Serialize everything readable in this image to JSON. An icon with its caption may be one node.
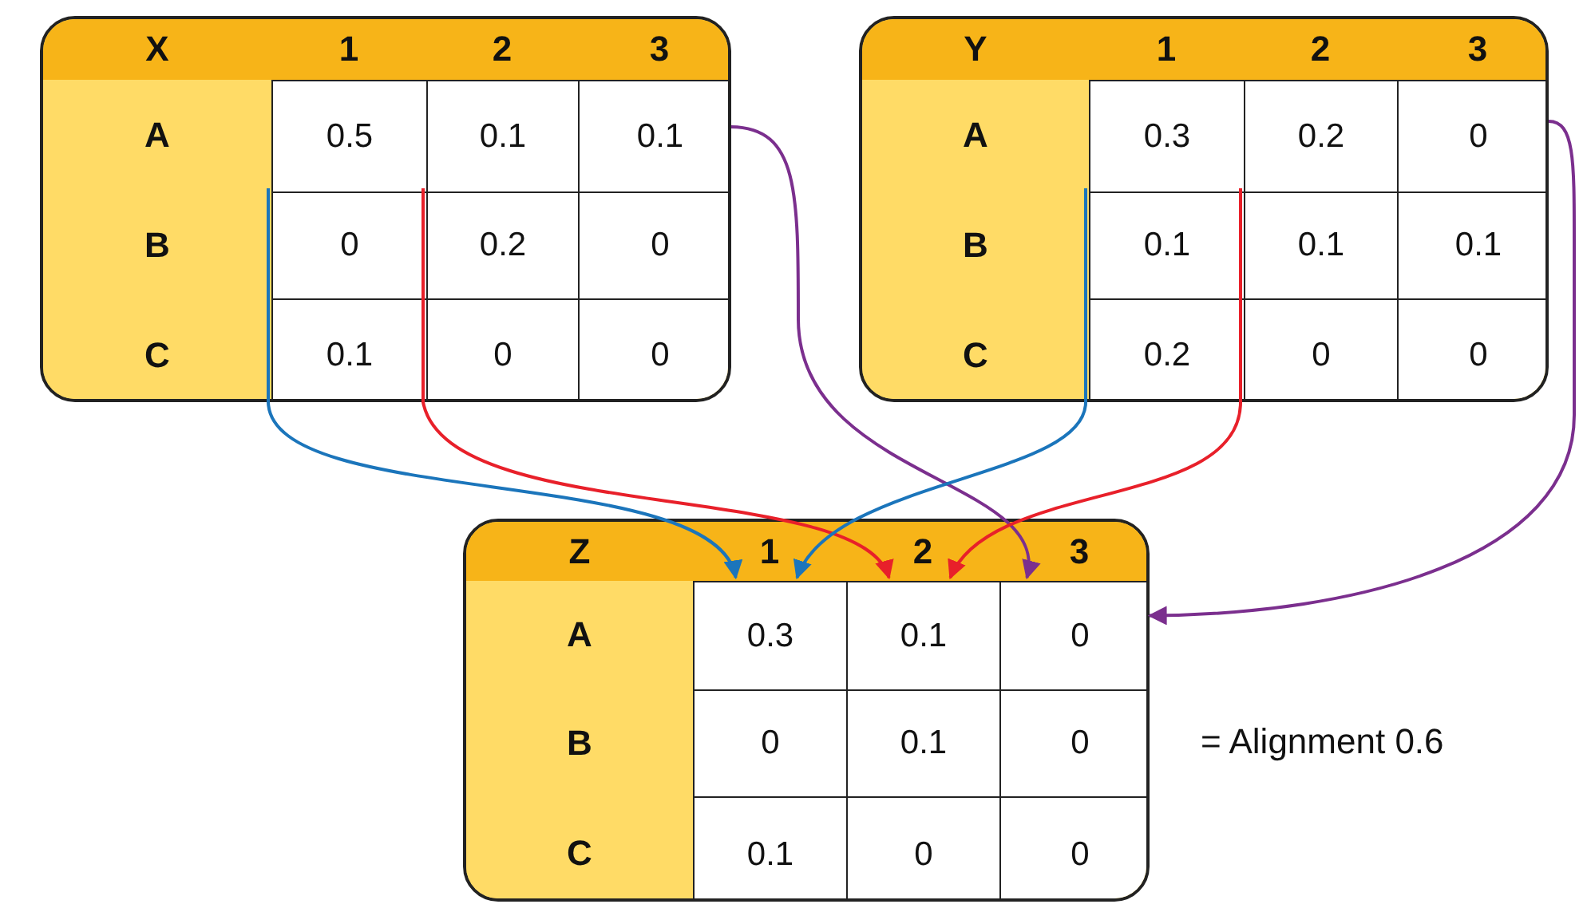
{
  "diagram": {
    "nodes": [
      {
        "text": [
          "X",
          "1",
          "2",
          "3",
          "A",
          "B",
          "C"
        ]
      },
      {
        "text": [
          "0.5"
        ],
        "in": 0
      },
      {
        "text": [
          "0.1"
        ],
        "in": 0
      },
      {
        "text": [
          "0.1"
        ],
        "in": 0
      },
      {
        "text": [
          "0"
        ],
        "in": 0
      },
      {
        "text": [
          "0.2"
        ],
        "in": 0
      },
      {
        "text": [
          "0"
        ],
        "in": 0
      },
      {
        "text": [
          "0.1"
        ],
        "in": 0
      },
      {
        "text": [
          "0"
        ],
        "in": 0
      },
      {
        "text": [
          "0"
        ],
        "in": 0
      },
      {
        "text": [
          "Y",
          "1",
          "2",
          "3",
          "A",
          "B",
          "C"
        ]
      },
      {
        "text": [
          "0.3"
        ],
        "in": 10
      },
      {
        "text": [
          "0.2"
        ],
        "in": 10
      },
      {
        "text": [
          "0"
        ],
        "in": 10
      },
      {
        "text": [
          "0.1"
        ],
        "in": 10
      },
      {
        "text": [
          "0.1"
        ],
        "in": 10
      },
      {
        "text": [
          "0.1"
        ],
        "in": 10
      },
      {
        "text": [
          "0.2"
        ],
        "in": 10
      },
      {
        "text": [
          "0"
        ],
        "in": 10
      },
      {
        "text": [
          "0"
        ],
        "in": 10
      },
      {
        "text": [
          "Z",
          "1",
          "2",
          "3",
          "A",
          "B",
          "C"
        ]
      },
      {
        "text": [
          "0.3"
        ],
        "in": 20
      },
      {
        "text": [
          "0.1"
        ],
        "in": 20
      },
      {
        "text": [
          "0"
        ],
        "in": 20
      },
      {
        "text": [
          "0"
        ],
        "in": 20
      },
      {
        "text": [
          "0.1"
        ],
        "in": 20
      },
      {
        "text": [
          "0"
        ],
        "in": 20
      },
      {
        "text": [
          "0.1"
        ],
        "in": 20
      },
      {
        "text": [
          "0"
        ],
        "in": 20
      },
      {
        "text": [
          "0"
        ],
        "in": 20
      }
    ],
    "edges": [
      {
        "from": 1,
        "to": 21,
        "arrow": "to",
        "color": "#1b75bb"
      },
      {
        "from": 2,
        "to": 22,
        "arrow": "to",
        "color": "#e8202a"
      },
      {
        "from": 3,
        "to": 23,
        "arrow": "to",
        "color": "#7b2f8e"
      },
      {
        "from": 11,
        "to": 21,
        "arrow": "to",
        "color": "#1b75bb"
      },
      {
        "from": 12,
        "to": 22,
        "arrow": "to",
        "color": "#e8202a"
      },
      {
        "from": 13,
        "to": 23,
        "arrow": "to",
        "color": "#7b2f8e"
      }
    ],
    "labels": [
      "= Alignment 0.6"
    ]
  }
}
